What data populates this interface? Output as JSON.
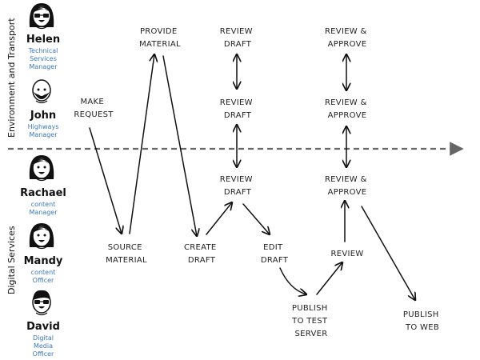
{
  "groups": {
    "top": "Environment and Transport",
    "bottom": "Digital Services"
  },
  "people": [
    {
      "name": "Helen",
      "role": [
        "Technical",
        "Services",
        "Manager"
      ],
      "hair": "long",
      "glasses": true
    },
    {
      "name": "John",
      "role": [
        "Highways",
        "Manager"
      ],
      "hair": "bald",
      "glasses": false
    },
    {
      "name": "Rachael",
      "role": [
        "content",
        "Manager"
      ],
      "hair": "long",
      "glasses": false
    },
    {
      "name": "Mandy",
      "role": [
        "content",
        "Officer"
      ],
      "hair": "long",
      "glasses": false
    },
    {
      "name": "David",
      "role": [
        "Digital",
        "Media",
        "Officer"
      ],
      "hair": "short",
      "glasses": true
    }
  ],
  "steps": {
    "make_request": [
      "MAKE",
      "REQUEST"
    ],
    "provide_material": [
      "PROVIDE",
      "MATERIAL"
    ],
    "review_draft_1": [
      "REVIEW",
      "DRAFT"
    ],
    "review_draft_2": [
      "REVIEW",
      "DRAFT"
    ],
    "review_draft_3": [
      "REVIEW",
      "DRAFT"
    ],
    "review_approve_1": [
      "REVIEW &",
      "APPROVE"
    ],
    "review_approve_2": [
      "REVIEW &",
      "APPROVE"
    ],
    "review_approve_3": [
      "REVIEW &",
      "APPROVE"
    ],
    "source_material": [
      "SOURCE",
      "MATERIAL"
    ],
    "create_draft": [
      "CREATE",
      "DRAFT"
    ],
    "edit_draft": [
      "EDIT",
      "DRAFT"
    ],
    "review": [
      "REVIEW"
    ],
    "publish_test": [
      "PUBLISH",
      "TO TEST",
      "SERVER"
    ],
    "publish_web": [
      "PUBLISH",
      "TO WEB"
    ]
  },
  "colors": {
    "ink": "#111111",
    "role_text": "#3a78b8",
    "divider": "#666666",
    "face": "#ffffff"
  }
}
